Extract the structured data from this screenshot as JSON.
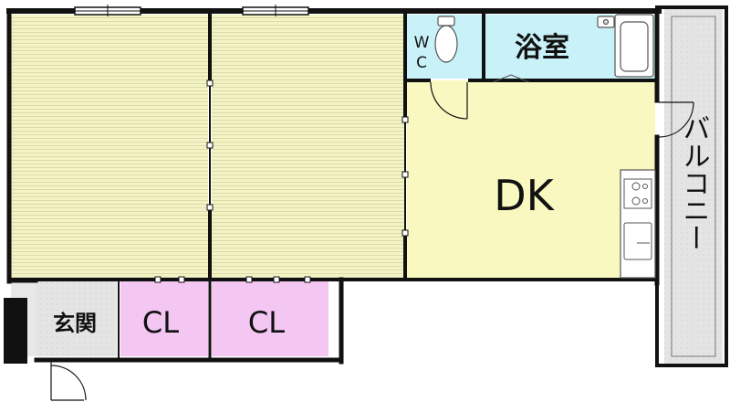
{
  "floorplan": {
    "rooms": [
      {
        "id": "washitsu_1",
        "label": "",
        "fill": "#f3f3c6"
      },
      {
        "id": "washitsu_2",
        "label": "",
        "fill": "#f3f3c6"
      },
      {
        "id": "wc",
        "label_top": "W",
        "label_bottom": "C",
        "fill": "#c9f1f8"
      },
      {
        "id": "bath",
        "label": "浴室",
        "fill": "#c9f1f8"
      },
      {
        "id": "dk",
        "label": "DK",
        "fill": "#f8f8c0"
      },
      {
        "id": "closet_1",
        "label": "CL",
        "fill": "#f4c6f2"
      },
      {
        "id": "closet_2",
        "label": "CL",
        "fill": "#f4c6f2"
      },
      {
        "id": "genkan",
        "label": "玄関",
        "fill": "#e2e2e2"
      },
      {
        "id": "balcony",
        "label": "バルコニー",
        "fill": "#e2e2e2"
      }
    ],
    "colors": {
      "wall": "#111111",
      "tatami_line": "#d8d8a8",
      "fixture": "#666666"
    }
  }
}
